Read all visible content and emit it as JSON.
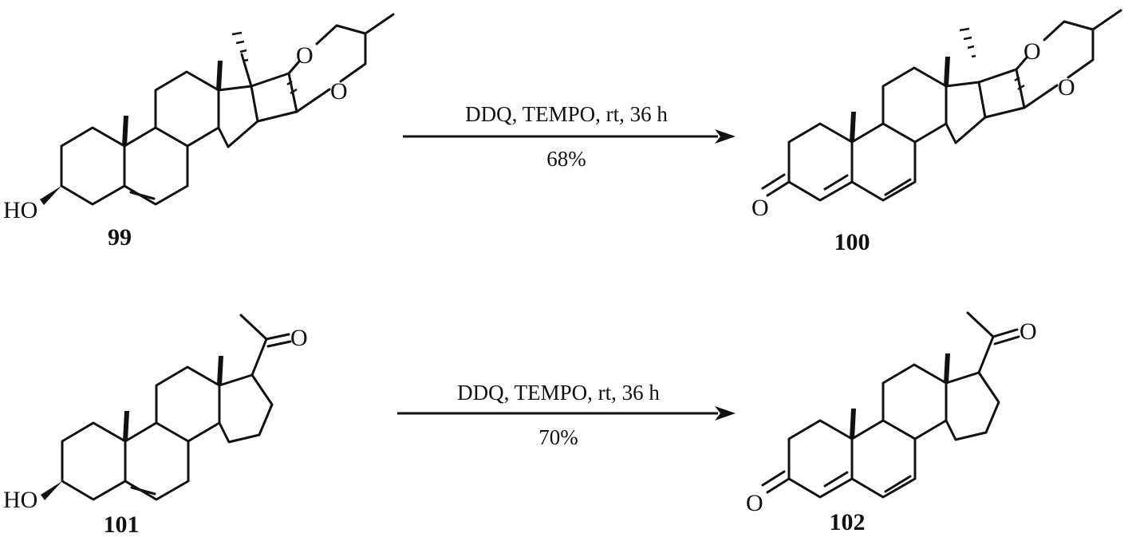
{
  "reactions": [
    {
      "reactant": {
        "number": "99",
        "hydroxyl_label": "HO",
        "ketal_oxygen_labels": [
          "O",
          "O"
        ]
      },
      "product": {
        "number": "100",
        "carbonyl_label": "O",
        "ketal_oxygen_labels": [
          "O",
          "O"
        ]
      },
      "conditions": "DDQ, TEMPO, rt, 36 h",
      "yield": "68%"
    },
    {
      "reactant": {
        "number": "101",
        "hydroxyl_label": "HO",
        "ketone_oxygen_label": "O"
      },
      "product": {
        "number": "102",
        "carbonyl_label": "O",
        "ketone_oxygen_label": "O"
      },
      "conditions": "DDQ, TEMPO, rt, 36 h",
      "yield": "70%"
    }
  ]
}
